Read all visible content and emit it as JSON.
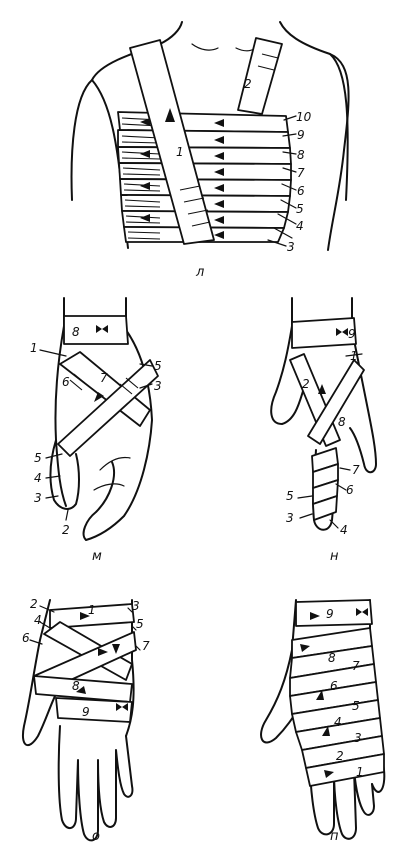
{
  "figures": [
    {
      "id": "chest",
      "caption": "л",
      "labels": [
        {
          "text": "1"
        },
        {
          "text": "2"
        },
        {
          "text": "10"
        },
        {
          "text": "9"
        },
        {
          "text": "8"
        },
        {
          "text": "7"
        },
        {
          "text": "6"
        },
        {
          "text": "5"
        },
        {
          "text": "4"
        },
        {
          "text": "3"
        }
      ]
    },
    {
      "id": "hand-m",
      "caption": "м",
      "labels": [
        {
          "text": "8"
        },
        {
          "text": "1"
        },
        {
          "text": "6"
        },
        {
          "text": "7"
        },
        {
          "text": "5"
        },
        {
          "text": "3"
        },
        {
          "text": "5"
        },
        {
          "text": "4"
        },
        {
          "text": "3"
        },
        {
          "text": "2"
        }
      ]
    },
    {
      "id": "hand-n",
      "caption": "н",
      "labels": [
        {
          "text": "9"
        },
        {
          "text": "1"
        },
        {
          "text": "2"
        },
        {
          "text": "8"
        },
        {
          "text": "7"
        },
        {
          "text": "6"
        },
        {
          "text": "5"
        },
        {
          "text": "3"
        },
        {
          "text": "4"
        }
      ]
    },
    {
      "id": "hand-o",
      "caption": "о",
      "labels": [
        {
          "text": "2"
        },
        {
          "text": "1"
        },
        {
          "text": "3"
        },
        {
          "text": "4"
        },
        {
          "text": "5"
        },
        {
          "text": "6"
        },
        {
          "text": "7"
        },
        {
          "text": "8"
        },
        {
          "text": "9"
        }
      ]
    },
    {
      "id": "hand-p",
      "caption": "п",
      "labels": [
        {
          "text": "9"
        },
        {
          "text": "8"
        },
        {
          "text": "7"
        },
        {
          "text": "6"
        },
        {
          "text": "5"
        },
        {
          "text": "4"
        },
        {
          "text": "3"
        },
        {
          "text": "2"
        },
        {
          "text": "1"
        }
      ]
    }
  ]
}
